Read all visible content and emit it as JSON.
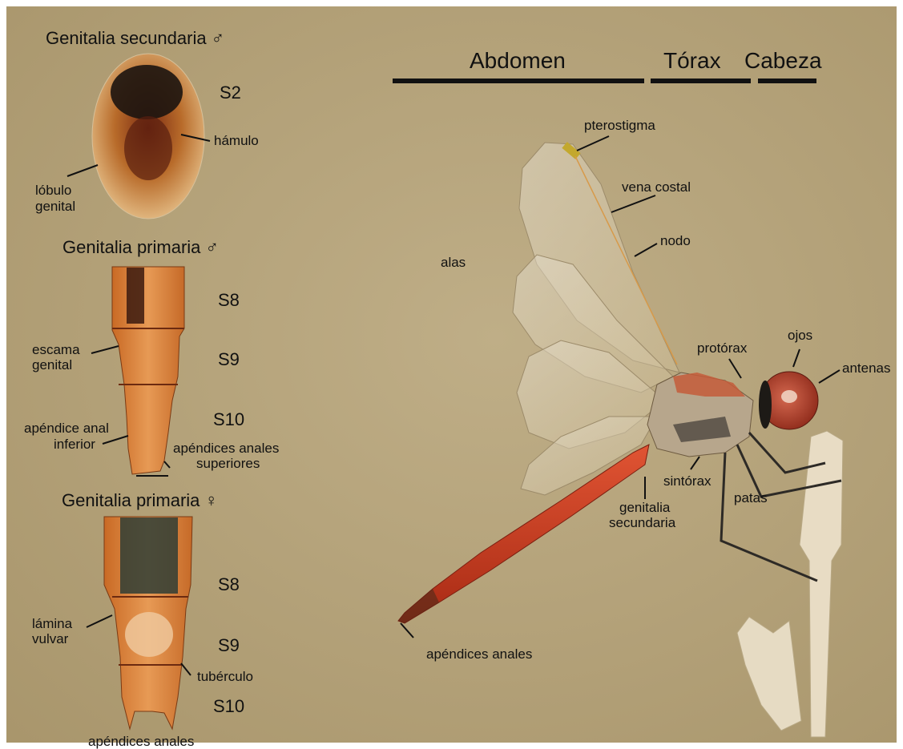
{
  "panels": {
    "secundaria_male": {
      "title": "Genitalia secundaria ♂",
      "segment": "S2",
      "labels": {
        "hamulo": "hámulo",
        "lobulo_line1": "lóbulo",
        "lobulo_line2": "genital"
      }
    },
    "primaria_male": {
      "title": "Genitalia primaria ♂",
      "segments": [
        "S8",
        "S9",
        "S10"
      ],
      "labels": {
        "escama_line1": "escama",
        "escama_line2": "genital",
        "apendice_inf_line1": "apéndice anal",
        "apendice_inf_line2": "inferior",
        "apendices_sup_line1": "apéndices anales",
        "apendices_sup_line2": "superiores"
      }
    },
    "primaria_female": {
      "title": "Genitalia primaria ♀",
      "segments": [
        "S8",
        "S9",
        "S10"
      ],
      "labels": {
        "lamina_line1": "lámina",
        "lamina_line2": "vulvar",
        "tuberculo": "tubérculo",
        "apendices": "apéndices anales"
      }
    }
  },
  "body_regions": {
    "abdomen": "Abdomen",
    "torax": "Tórax",
    "cabeza": "Cabeza"
  },
  "dragonfly_labels": {
    "pterostigma": "pterostigma",
    "vena_costal": "vena costal",
    "nodo": "nodo",
    "alas": "alas",
    "protorax": "protórax",
    "ojos": "ojos",
    "antenas": "antenas",
    "sintorax": "sintórax",
    "patas": "patas",
    "genitalia_line1": "genitalia",
    "genitalia_line2": "secundaria",
    "apendices_anales": "apéndices anales"
  },
  "colors": {
    "background": "#b7a57d",
    "abdomen_red": "#c8391f",
    "eye_red": "#b83a28",
    "text": "#111111"
  }
}
